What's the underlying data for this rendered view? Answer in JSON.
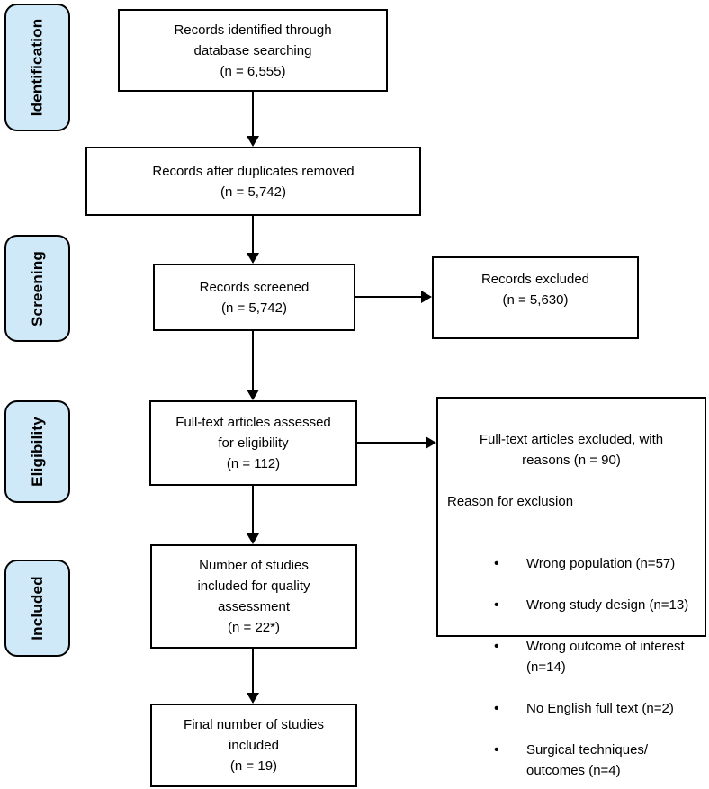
{
  "stages": {
    "identification": "Identification",
    "screening": "Screening",
    "eligibility": "Eligibility",
    "included": "Included"
  },
  "boxes": {
    "records_identified": "Records identified through\ndatabase searching\n(n = 6,555)",
    "duplicates_removed": "Records after duplicates removed\n(n = 5,742)",
    "records_screened": "Records screened\n(n = 5,742)",
    "records_excluded": "Records excluded\n(n = 5,630)",
    "fulltext_assessed": "Full-text articles assessed\nfor eligibility\n(n = 112)",
    "fulltext_excluded": {
      "header": "Full-text articles excluded, with\nreasons (n = 90)",
      "subheader": "Reason for exclusion",
      "reasons": [
        "Wrong population (n=57)",
        "Wrong study design (n=13)",
        "Wrong outcome of interest\n(n=14)",
        "No English full text (n=2)",
        "Surgical techniques/\noutcomes (n=4)"
      ]
    },
    "quality_assessment": "Number of studies\nincluded for quality\nassessment\n(n = 22*)",
    "final_included": "Final number of studies\nincluded\n(n = 19)"
  },
  "counts": {
    "identified": 6555,
    "after_duplicates": 5742,
    "screened": 5742,
    "excluded_at_screening": 5630,
    "fulltext_assessed": 112,
    "fulltext_excluded": 90,
    "wrong_population": 57,
    "wrong_study_design": 13,
    "wrong_outcome_of_interest": 14,
    "no_english_full_text": 2,
    "surgical_techniques_outcomes": 4,
    "quality_assessment": 22,
    "final_included": 19
  },
  "colors": {
    "stage_fill": "#cfe9f8",
    "box_fill": "#ffffff",
    "border": "#000000",
    "text": "#000000"
  }
}
